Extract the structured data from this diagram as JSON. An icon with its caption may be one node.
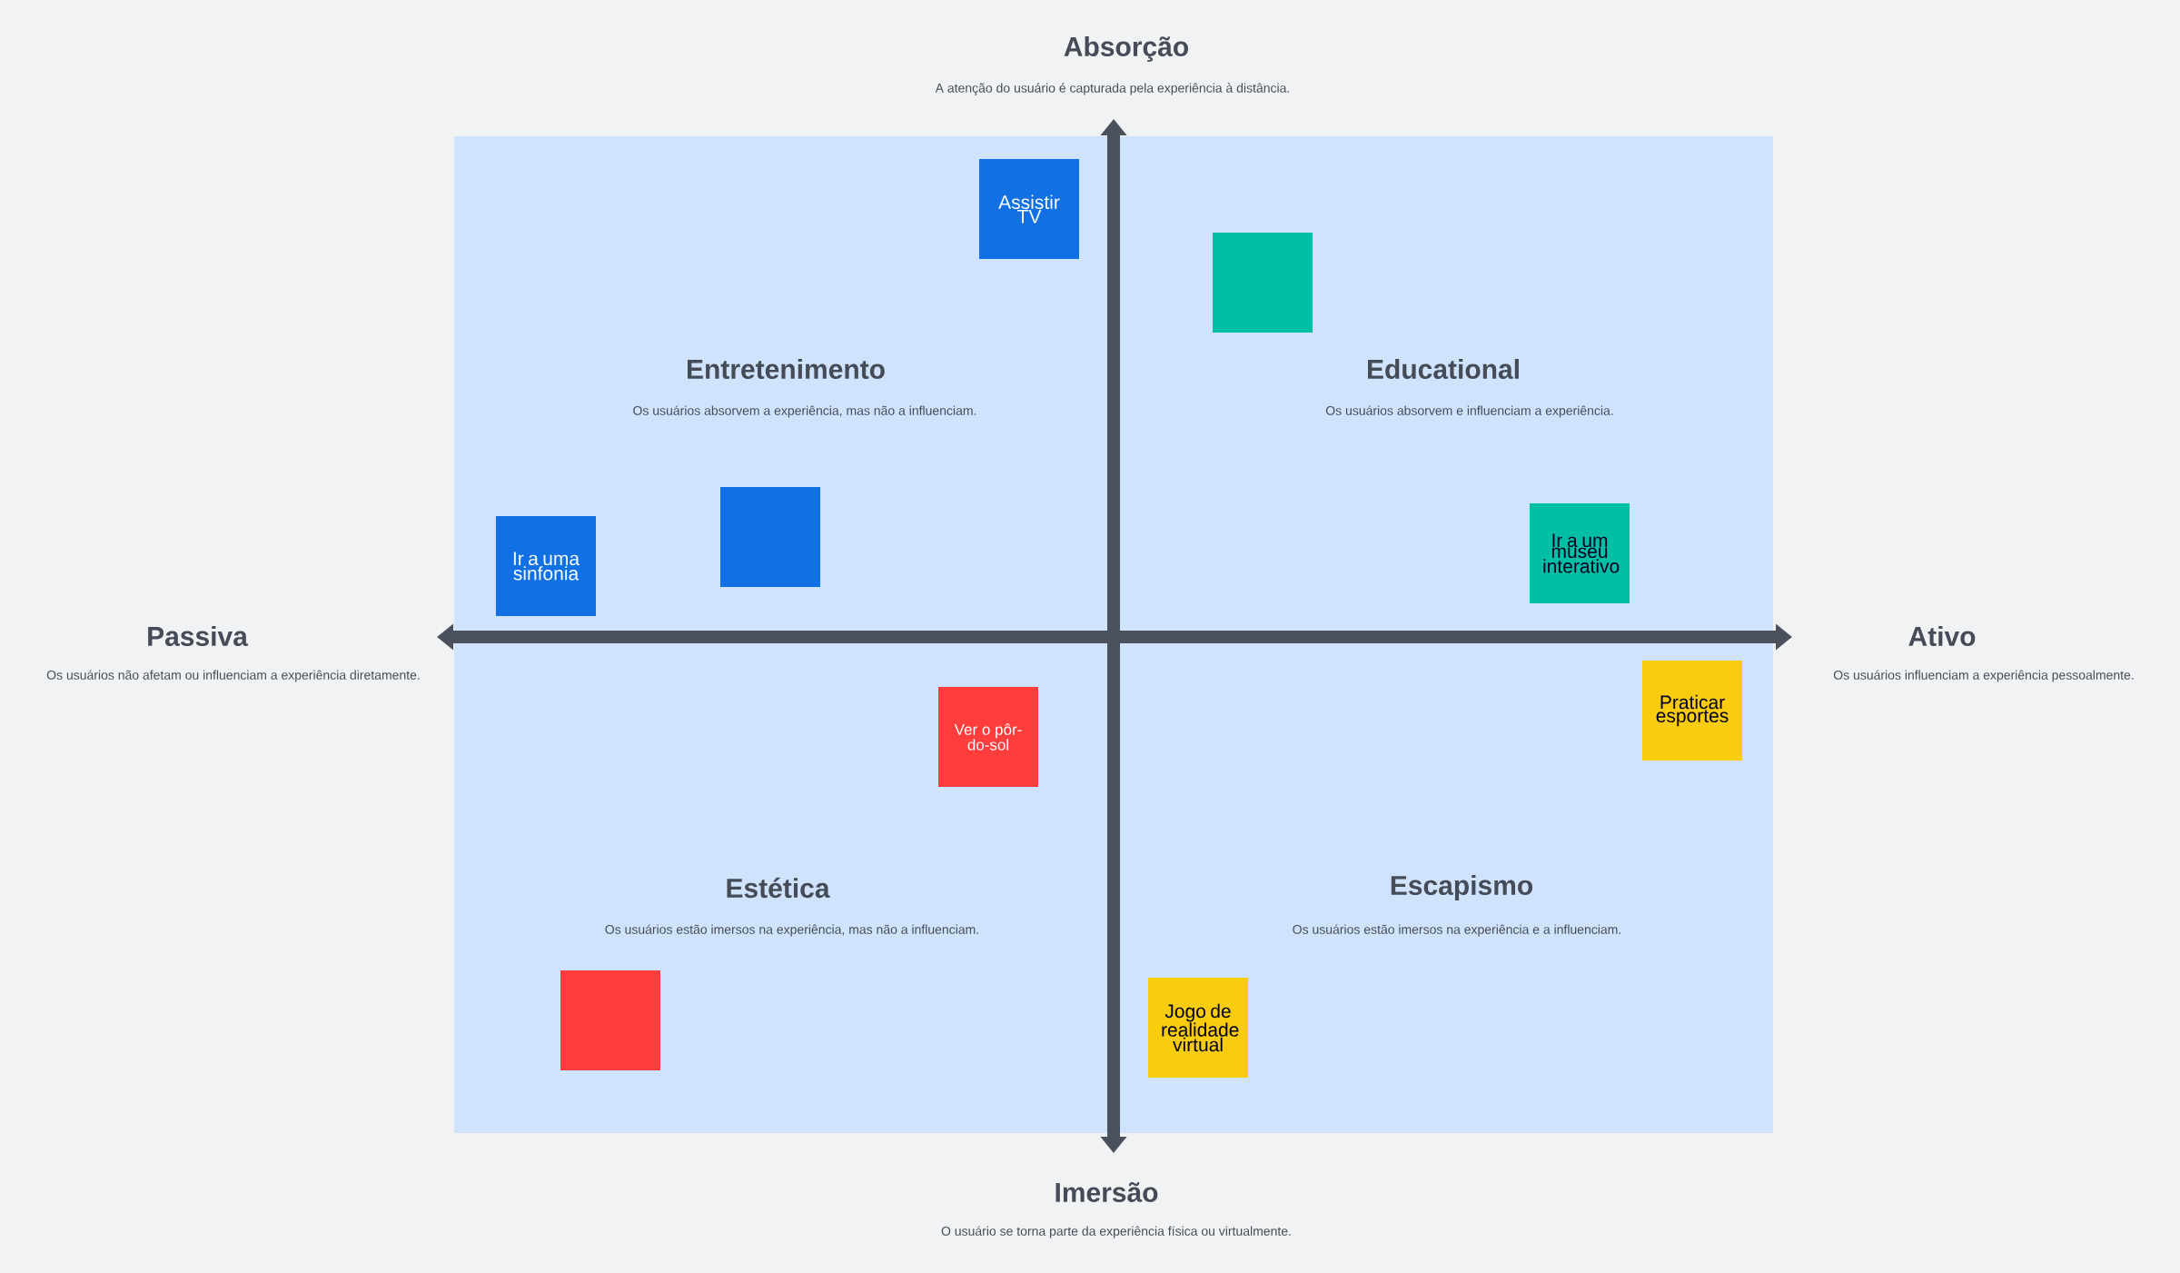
{
  "diagram": {
    "nodes": [
      {
        "text": [
          "Assistir TV"
        ]
      },
      {
        "text": [],
        "shape": "box"
      },
      {
        "text": [],
        "shape": "box"
      },
      {
        "text": [
          "Ir a um museu interativo"
        ]
      },
      {
        "text": [
          "Ir a uma sinfonia"
        ]
      },
      {
        "text": [
          "Praticar esportes"
        ]
      },
      {
        "text": [
          "Ver o pôr-do-sol"
        ]
      },
      {
        "text": [],
        "shape": "box"
      },
      {
        "text": [
          "Jogo de realidade virtual"
        ]
      }
    ],
    "labels": [
      "Absorção",
      "A atenção do usuário é capturada pela experiência à distância.",
      "Entretenimento",
      "Os usuários absorvem a experiência, mas não a influenciam.",
      "Educational",
      "Os usuários absorvem e influenciam a experiência.",
      "Passiva",
      "Os usuários não afetam ou influenciam a experiência diretamente.",
      "Ativo",
      "Os usuários influenciam a experiência pessoalmente.",
      "Estética",
      "Os usuários estão imersos na experiência, mas não a influenciam.",
      "Escapismo",
      "Os usuários estão imersos na experiência e a influenciam.",
      "Imersão",
      "O usuário se torna parte da experiência física ou virtualmente."
    ]
  }
}
